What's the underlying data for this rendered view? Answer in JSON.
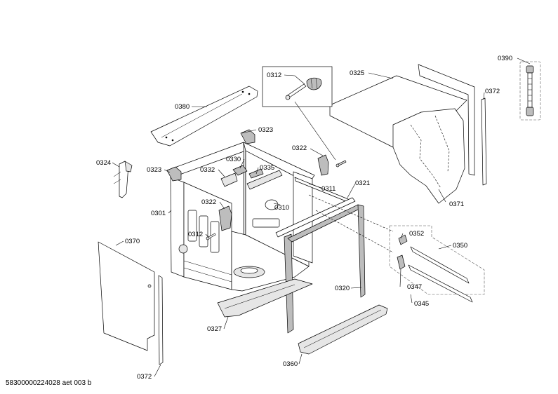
{
  "diagram": {
    "callouts": {
      "p0390": "0390",
      "p0325": "0325",
      "p0372a": "0372",
      "p0312a": "0312",
      "p0380": "0380",
      "p0323a": "0323",
      "p0322a": "0322",
      "p0324": "0324",
      "p0323b": "0323",
      "p0332": "0332",
      "p0330": "0330",
      "p0335": "0335",
      "p0311": "0311",
      "p0321": "0321",
      "p0301": "0301",
      "p0322b": "0322",
      "p0310": "0310",
      "p0371": "0371",
      "p0352": "0352",
      "p0350": "0350",
      "p0312b": "0312",
      "p0370": "0370",
      "p0347": "0347",
      "p0345": "0345",
      "p0320": "0320",
      "p0327": "0327",
      "p0360": "0360",
      "p0372b": "0372"
    },
    "document_code": "58300000224028 aet 003 b"
  }
}
